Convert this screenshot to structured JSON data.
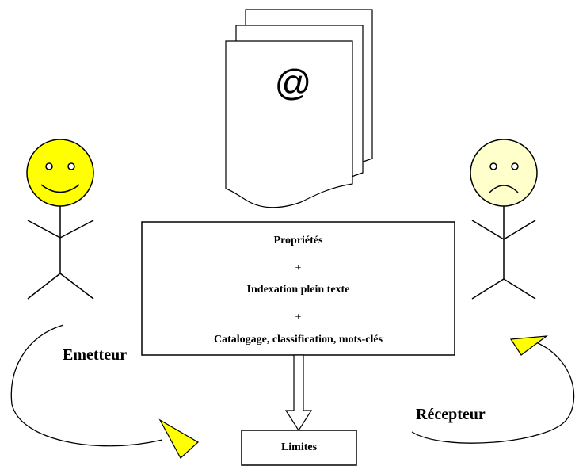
{
  "document_symbol": "@",
  "center_box": {
    "line1": "Propriétés",
    "plus1": "+",
    "line2": "Indexation plein texte",
    "plus2": "+",
    "line3": "Catalogage, classification, mots-clés"
  },
  "limits_box": {
    "label": "Limites"
  },
  "sender": {
    "label": "Emetteur",
    "mood": "happy",
    "face_color": "#ffff00"
  },
  "receiver": {
    "label": "Récepteur",
    "mood": "sad",
    "face_color": "#ffffcc"
  },
  "arrow_color": "#ffff00"
}
